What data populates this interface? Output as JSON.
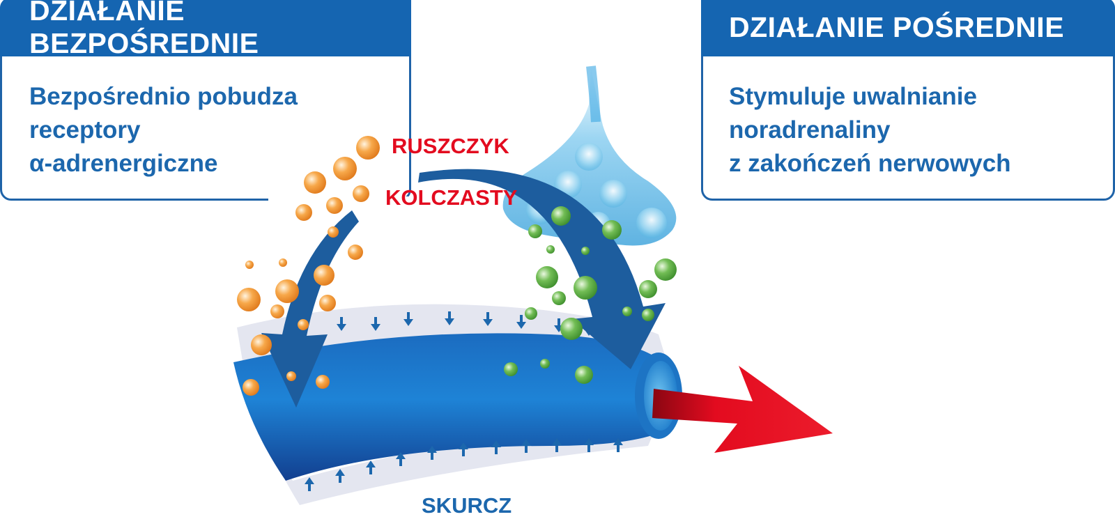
{
  "left_panel": {
    "title": "DZIAŁANIE BEZPOŚREDNIE",
    "lines": [
      "Bezpośrednio pobudza",
      "receptory",
      "α-adrenergiczne"
    ]
  },
  "right_panel": {
    "title": "DZIAŁANIE POŚREDNIE",
    "lines": [
      "Stymuluje uwalnianie",
      "noradrenaliny",
      "z zakończeń nerwowych"
    ]
  },
  "labels": {
    "plant_line1": "RUSZCZYK",
    "plant_line2": "KOLCZASTY",
    "contraction": "SKURCZ"
  },
  "colors": {
    "brand_blue": "#1565b1",
    "text_blue": "#1c67ad",
    "accent_red": "#e30b1f",
    "orange_particle": "#f29a3a",
    "green_particle": "#5fae45"
  }
}
